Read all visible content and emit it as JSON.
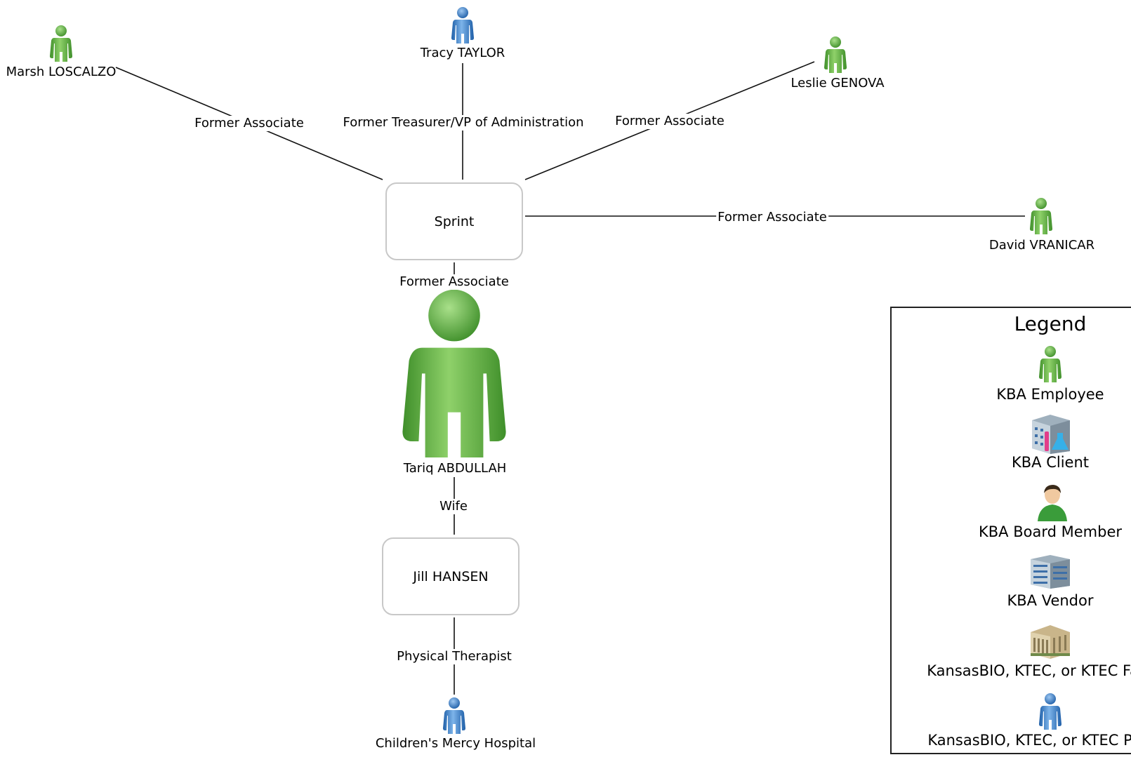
{
  "nodes": {
    "marsh": "Marsh LOSCALZO",
    "tracy": "Tracy TAYLOR",
    "leslie": "Leslie GENOVA",
    "david": "David VRANICAR",
    "sprint": "Sprint",
    "tariq": "Tariq ABDULLAH",
    "jill": "Jill HANSEN",
    "childrens": "Children's Mercy Hospital"
  },
  "edges": {
    "marsh_sprint": "Former Associate",
    "tracy_sprint": "Former Treasurer/VP of Administration",
    "leslie_sprint": "Former Associate",
    "david_sprint": "Former Associate",
    "sprint_tariq": "Former Associate",
    "tariq_jill": "Wife",
    "jill_childrens": "Physical Therapist"
  },
  "legend": {
    "title": "Legend",
    "items": [
      {
        "label": "KBA Employee",
        "icon": "green-person-icon"
      },
      {
        "label": "KBA Client",
        "icon": "lab-building-icon"
      },
      {
        "label": "KBA Board Member",
        "icon": "board-member-avatar-icon"
      },
      {
        "label": "KBA Vendor",
        "icon": "office-building-icon"
      },
      {
        "label": "KansasBIO, KTEC, or KTEC Facility",
        "icon": "classical-building-icon"
      },
      {
        "label": "KansasBIO, KTEC, or KTEC Person",
        "icon": "blue-person-icon"
      }
    ]
  },
  "colors": {
    "employee_green": "#5aa83a",
    "ktec_blue": "#3a7fc8",
    "box_border": "#c8c8c8"
  }
}
